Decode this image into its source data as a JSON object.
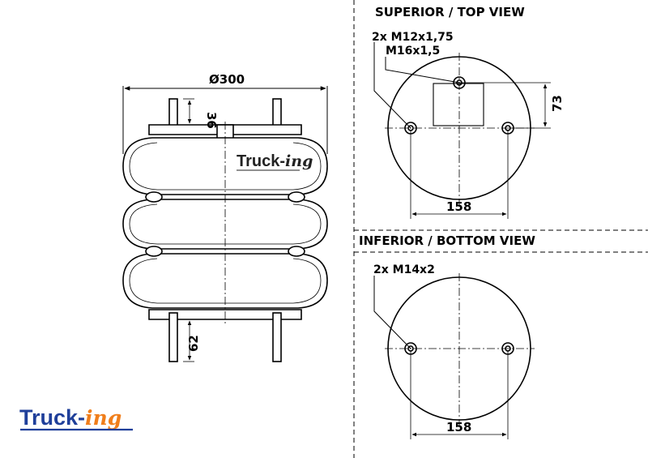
{
  "side_view": {
    "diameter_label": "Ø300",
    "top_stud_label": "36",
    "bottom_stud_label": "62",
    "body_logo": {
      "part1": "Truck",
      "dash": "-",
      "part2": "ing"
    }
  },
  "top_view": {
    "title": "SUPERIOR / TOP VIEW",
    "callout_studs": "2x M12x1,75",
    "callout_air": "M16x1,5",
    "dim_offset": "73",
    "dim_spacing": "158"
  },
  "bottom_view": {
    "title": "INFERIOR / BOTTOM VIEW",
    "callout_studs": "2x M14x2",
    "dim_spacing": "158"
  },
  "brand_logo": {
    "part1": "Truck",
    "dash": "-",
    "part2": "ing"
  },
  "colors": {
    "line": "#000000",
    "logo_blue": "#1f3f9a",
    "logo_orange": "#f07e1b"
  }
}
